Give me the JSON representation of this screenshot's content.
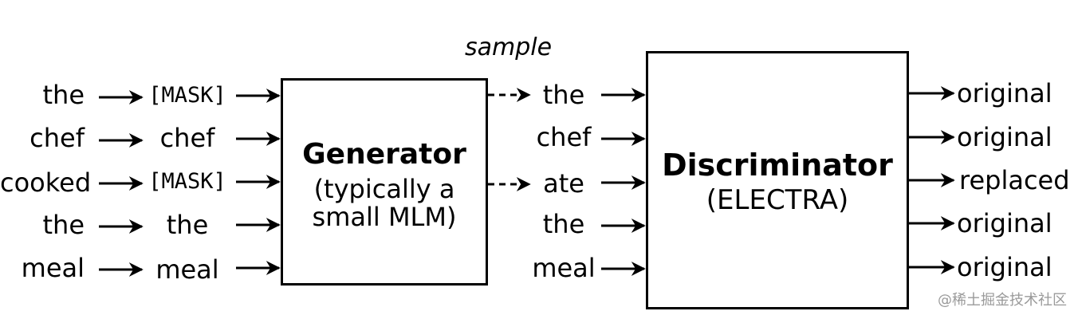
{
  "inputs": [
    "the",
    "chef",
    "cooked",
    "the",
    "meal"
  ],
  "masked": [
    "[MASK]",
    "chef",
    "[MASK]",
    "the",
    "meal"
  ],
  "sample_label": "sample",
  "generator": {
    "title": "Generator",
    "subtitle_line1": "(typically a",
    "subtitle_line2": "small MLM)"
  },
  "sampled": [
    "the",
    "chef",
    "ate",
    "the",
    "meal"
  ],
  "discriminator": {
    "title": "Discriminator",
    "subtitle": "(ELECTRA)"
  },
  "outputs": [
    "original",
    "original",
    "replaced",
    "original",
    "original"
  ],
  "watermark": "@稀土掘金技术社区"
}
